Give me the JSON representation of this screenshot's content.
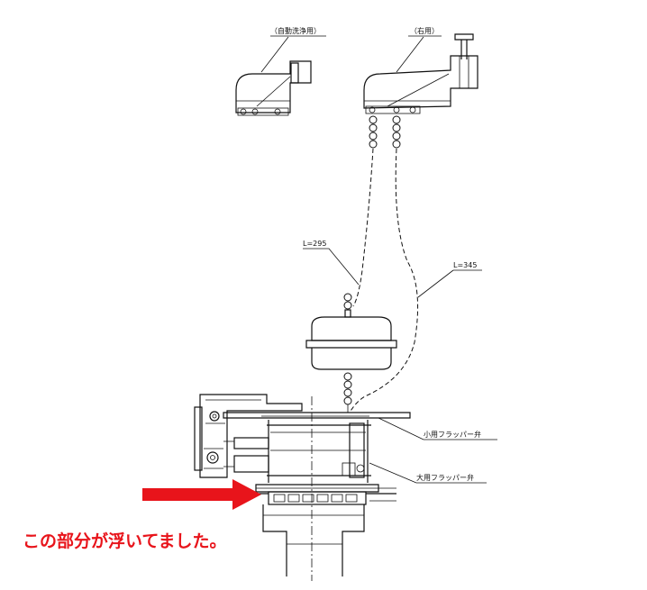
{
  "labels": {
    "auto_wash": "（自動洗浄用）",
    "right_hand": "（右用）",
    "chain_short": "L=295",
    "chain_long": "L=345",
    "small_flapper": "小用フラッパー弁",
    "large_flapper": "大用フラッパー弁"
  },
  "annotation": {
    "text": "この部分が浮いてました。",
    "color": "#e8141b"
  }
}
